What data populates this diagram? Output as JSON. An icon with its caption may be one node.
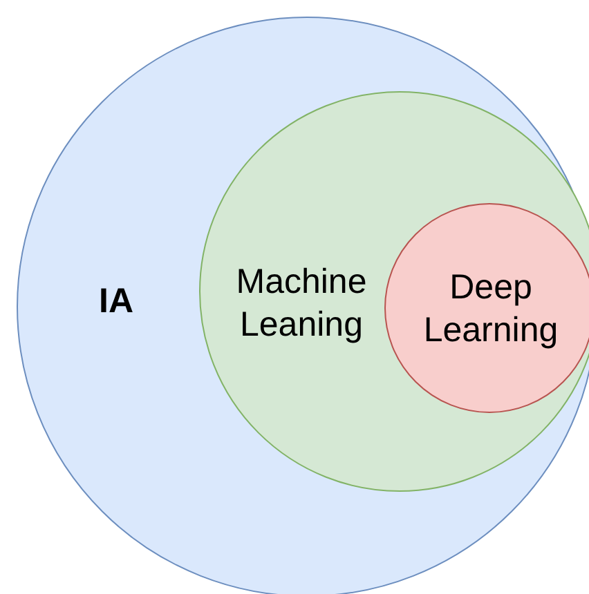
{
  "diagram": {
    "nodes": [
      {
        "text": [
          "IA"
        ]
      },
      {
        "text": [
          "Machine Leaning"
        ],
        "in": 0
      },
      {
        "text": [
          "Deep Learning"
        ],
        "in": 1
      }
    ]
  }
}
